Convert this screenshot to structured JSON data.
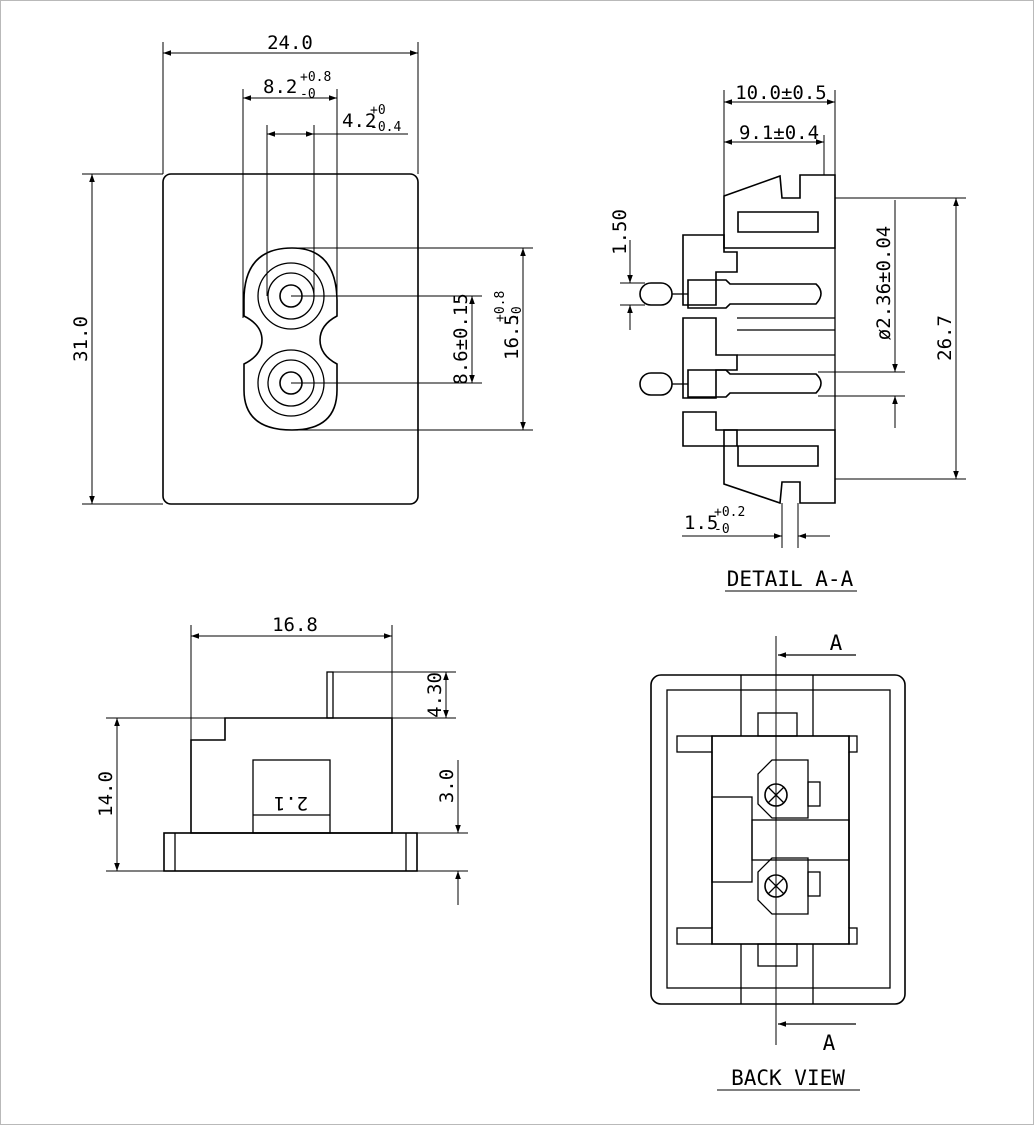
{
  "front_view": {
    "width_dim": "24.0",
    "slot_width_base": "8.2",
    "slot_width_tol_upper": "+0.8",
    "slot_width_tol_lower": "-0",
    "pin_offset_base": "4.2",
    "pin_offset_tol_upper": "+0",
    "pin_offset_tol_lower": "-0.4",
    "height_dim": "31.0",
    "pin_pitch_dim": "8.6±0.15",
    "slot_height_base": "16.5",
    "slot_height_tol_upper": "+0.8",
    "slot_height_tol_lower": "-0"
  },
  "detail_view": {
    "depth_outer_dim": "10.0±0.5",
    "depth_inner_dim": "9.1±0.4",
    "terminal_dim": "1.50",
    "pin_diameter_dim": "ø2.36±0.04",
    "height_dim": "26.7",
    "wall_base": "1.5",
    "wall_tol_upper": "+0.2",
    "wall_tol_lower": "-0",
    "title": "DETAIL A-A"
  },
  "side_view": {
    "width_dim": "16.8",
    "pin_height_dim": "4.30",
    "height_dim": "14.0",
    "flange_dim": "3.0",
    "marking": "2.1"
  },
  "back_view": {
    "section_label_top": "A",
    "section_label_bottom": "A",
    "title": "BACK VIEW"
  }
}
